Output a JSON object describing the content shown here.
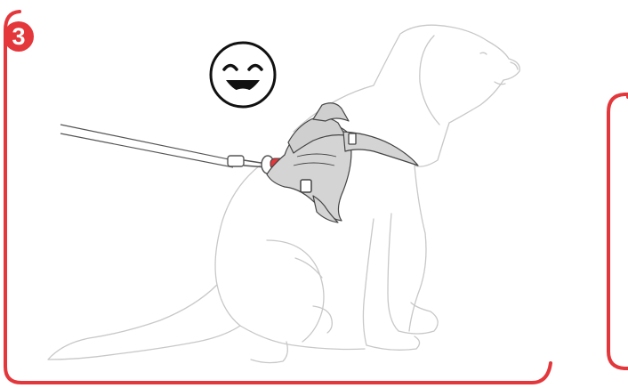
{
  "step": {
    "number": "3"
  },
  "colors": {
    "accent": "#e3373c",
    "outline": "#c8c8c8",
    "harness": "#d4d4d4",
    "harness_stroke": "#444444",
    "face": "#111111",
    "mouth_tongue": "#ffffff"
  },
  "icons": {
    "mood": "smiley-face-icon",
    "subject": "sitting-dog-illustration",
    "gear": "dog-harness-illustration",
    "leash": "leash-illustration"
  }
}
